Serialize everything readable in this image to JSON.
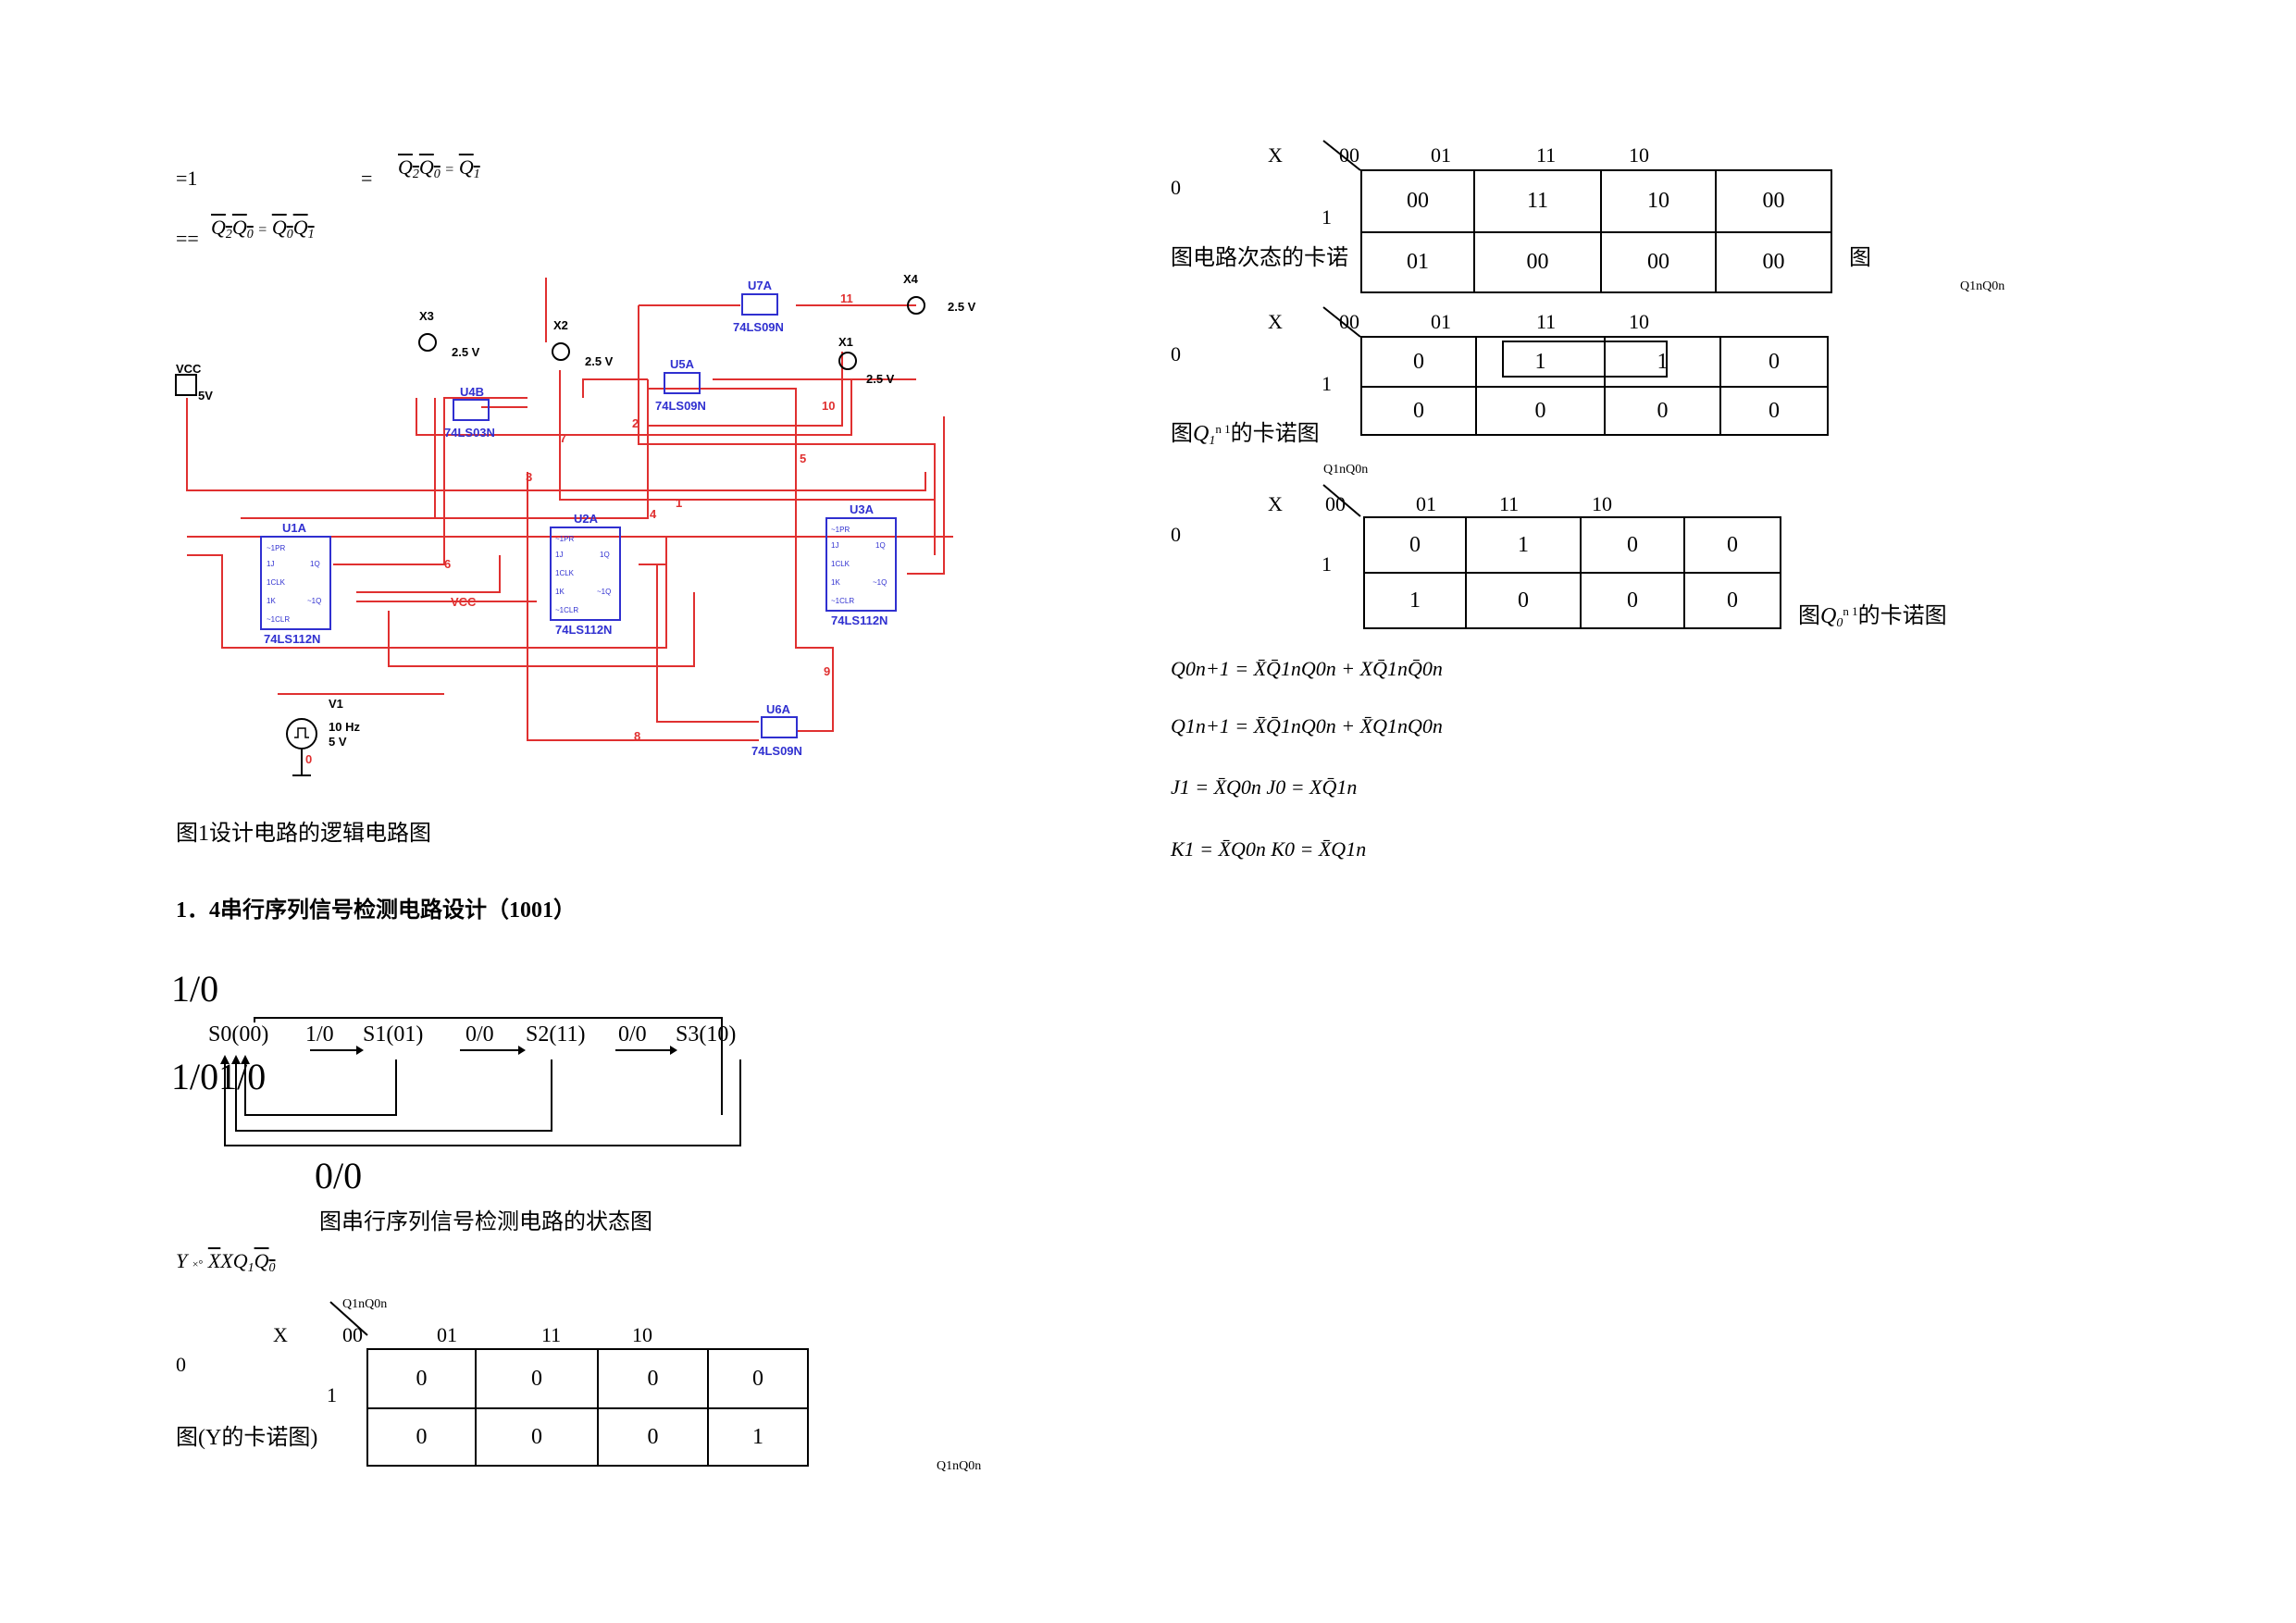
{
  "left": {
    "eq_line1": {
      "prefix": "=1",
      "eq": "=",
      "rhs_a": "Q",
      "rhs_a_sub1": "2",
      "rhs_b": "Q",
      "rhs_b_sub": "0",
      "eq2": "=",
      "rhs_c": "Q",
      "rhs_c_sub": "1"
    },
    "eq_line2": {
      "prefix": "==",
      "a": "Q",
      "a_sub": "2",
      "b": "Q",
      "b_sub": "0",
      "eq": "=",
      "c": "Q",
      "c_sub": "0",
      "d": "Q",
      "d_sub": "1"
    },
    "fig1_caption": "图1设计电路的逻辑电路图",
    "section_heading": "1．4串行序列信号检测电路设计（1001）",
    "state_diagram": {
      "top_label": "1/0",
      "left_label": "1/01/0",
      "bottom_label": "0/0",
      "states": [
        "S0(00)",
        "S1(01)",
        "S2(11)",
        "S3(10)"
      ],
      "edges": [
        "1/0",
        "0/0",
        "0/0"
      ],
      "caption": "图串行序列信号检测电路的状态图"
    },
    "y_eq": {
      "lhs": "Y",
      "mid": "XQ",
      "mid_sub": "1",
      "q0": "Q",
      "q0_sub": "0"
    },
    "kmap_y": {
      "top_label": "Q1nQ0n",
      "x_label": "X",
      "cols": [
        "00",
        "01",
        "11",
        "10"
      ],
      "row_labels": [
        "0",
        "1"
      ],
      "cells": [
        [
          "0",
          "0",
          "0",
          "0"
        ],
        [
          "0",
          "0",
          "0",
          "1"
        ]
      ],
      "caption": "图(Y的卡诺图)",
      "bottom_label": "Q1nQ0n"
    }
  },
  "schematic": {
    "vcc": "VCC",
    "vcc_val": "5V",
    "probes": [
      {
        "name": "X3",
        "val": "2.5 V"
      },
      {
        "name": "X2",
        "val": "2.5 V"
      },
      {
        "name": "X1",
        "val": "2.5 V"
      },
      {
        "name": "X4",
        "val": "2.5 V"
      }
    ],
    "chips": [
      {
        "ref": "U1A",
        "part": "74LS112N"
      },
      {
        "ref": "U2A",
        "part": "74LS112N"
      },
      {
        "ref": "U3A",
        "part": "74LS112N"
      },
      {
        "ref": "U4B",
        "part": "74LS03N"
      },
      {
        "ref": "U5A",
        "part": "74LS09N"
      },
      {
        "ref": "U6A",
        "part": "74LS09N"
      },
      {
        "ref": "U7A",
        "part": "74LS09N"
      }
    ],
    "ff_pins": [
      "~1PR",
      "1J",
      "1CLK",
      "1K",
      "~1CLR",
      "1Q",
      "~1Q"
    ],
    "source": {
      "ref": "V1",
      "freq": "10 Hz",
      "amp": "5 V",
      "node": "0"
    },
    "nets": [
      "11",
      "10",
      "2",
      "7",
      "3",
      "5",
      "1",
      "4",
      "6",
      "VCC",
      "9",
      "8"
    ]
  },
  "right": {
    "kmap_next": {
      "x_label": "X",
      "cols": [
        "00",
        "01",
        "11",
        "10"
      ],
      "row_labels": [
        "0",
        "1"
      ],
      "cells": [
        [
          "00",
          "11",
          "10",
          "00"
        ],
        [
          "01",
          "00",
          "00",
          "00"
        ]
      ],
      "caption": "图电路次态的卡诺",
      "caption_tail": "图",
      "bottom_label": "Q1nQ0n"
    },
    "kmap_q1": {
      "x_label": "X",
      "cols": [
        "00",
        "01",
        "11",
        "10"
      ],
      "row_labels": [
        "0",
        "1"
      ],
      "cells": [
        [
          "0",
          "1",
          "1",
          "0"
        ],
        [
          "0",
          "0",
          "0",
          "0"
        ]
      ],
      "caption_pre": "图",
      "caption_q": "Q",
      "caption_sub": "1",
      "caption_sup": "n 1",
      "caption_post": "的卡诺图"
    },
    "kmap_q0": {
      "top_label": "Q1nQ0n",
      "x_label": "X",
      "cols": [
        "00",
        "01",
        "11",
        "10"
      ],
      "row_labels": [
        "0",
        "1"
      ],
      "cells": [
        [
          "0",
          "1",
          "0",
          "0"
        ],
        [
          "1",
          "0",
          "0",
          "0"
        ]
      ],
      "caption_pre": "图",
      "caption_q": "Q",
      "caption_sub": "0",
      "caption_sup": "n 1",
      "caption_post": "的卡诺图"
    },
    "equations": [
      "Q0n+1 = X̄Q̄1nQ0n + XQ̄1nQ̄0n",
      "Q1n+1 = X̄Q̄1nQ0n + X̄Q1nQ0n",
      "J1 = X̄Q0n   J0 = XQ̄1n",
      "K1 = X̄Q0n   K0 = X̄Q1n"
    ]
  }
}
